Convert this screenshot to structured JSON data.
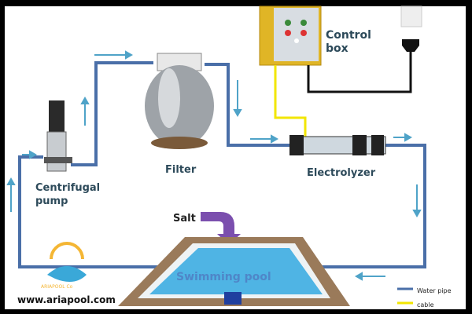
{
  "labels": {
    "control_box": [
      "Control",
      "box"
    ],
    "filter": "Filter",
    "pump": [
      "Centrifugal",
      "pump"
    ],
    "electrolyzer": "Electrolyzer",
    "salt": "Salt",
    "pool": "Swimming pool",
    "website": "www.ariapool.com",
    "logo_text": "ARIAPOOL Co"
  },
  "legend": [
    {
      "label": "Water pipe",
      "color": "#4a6fa8"
    },
    {
      "label": "cable",
      "color": "#f2e600"
    }
  ],
  "colors": {
    "pipe": "#4a6fa8",
    "arrow": "#4fa3c8",
    "cable": "#f2e600",
    "salt_arrow": "#7b4fae"
  }
}
